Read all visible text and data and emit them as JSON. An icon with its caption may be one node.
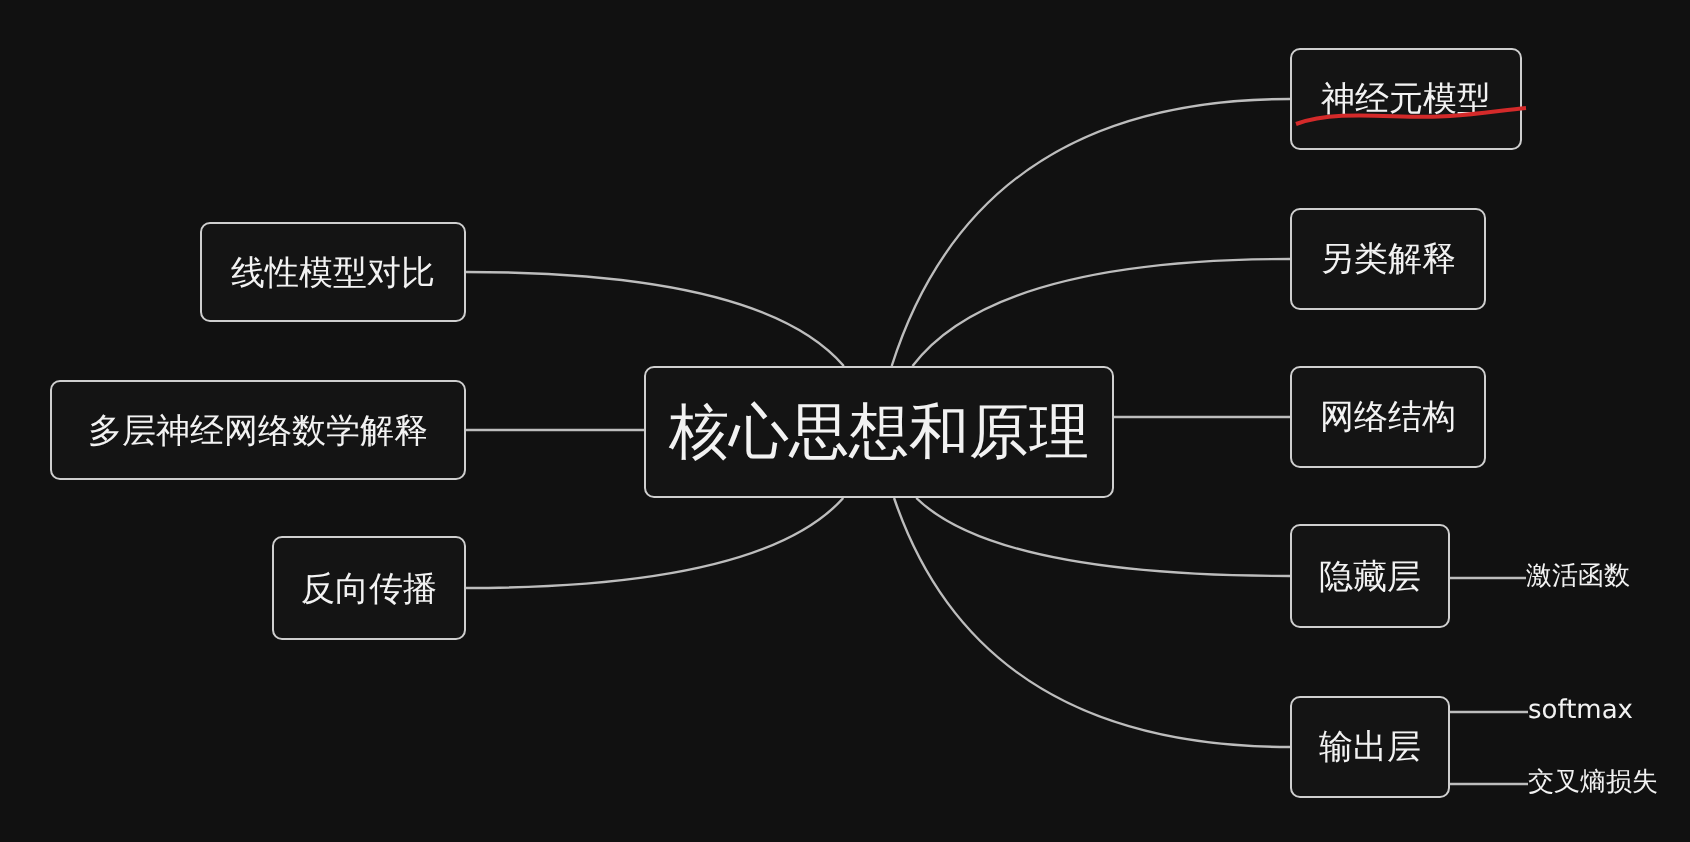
{
  "diagram": {
    "nodes": [
      {
        "text": [
          "核心思想和原理"
        ]
      },
      {
        "text": [
          "线性模型对比"
        ]
      },
      {
        "text": [
          "多层神经网络数学解释"
        ]
      },
      {
        "text": [
          "反向传播"
        ]
      },
      {
        "text": [
          "神经元模型"
        ]
      },
      {
        "text": [
          "另类解释"
        ]
      },
      {
        "text": [
          "网络结构"
        ]
      },
      {
        "text": [
          "隐藏层"
        ]
      },
      {
        "text": [
          "激活函数"
        ]
      },
      {
        "text": [
          "输出层"
        ]
      },
      {
        "text": [
          "softmax"
        ]
      },
      {
        "text": [
          "交叉熵损失"
        ]
      }
    ],
    "edges": [
      {
        "from": 0,
        "to": 1,
        "arrow": "none"
      },
      {
        "from": 0,
        "to": 2,
        "arrow": "none"
      },
      {
        "from": 0,
        "to": 3,
        "arrow": "none"
      },
      {
        "from": 0,
        "to": 4,
        "arrow": "none"
      },
      {
        "from": 0,
        "to": 5,
        "arrow": "none"
      },
      {
        "from": 0,
        "to": 6,
        "arrow": "none"
      },
      {
        "from": 0,
        "to": 7,
        "arrow": "none"
      },
      {
        "from": 0,
        "to": 9,
        "arrow": "none"
      },
      {
        "from": 7,
        "to": 8,
        "arrow": "none"
      },
      {
        "from": 9,
        "to": 10,
        "arrow": "none"
      },
      {
        "from": 9,
        "to": 11,
        "arrow": "none"
      }
    ]
  }
}
